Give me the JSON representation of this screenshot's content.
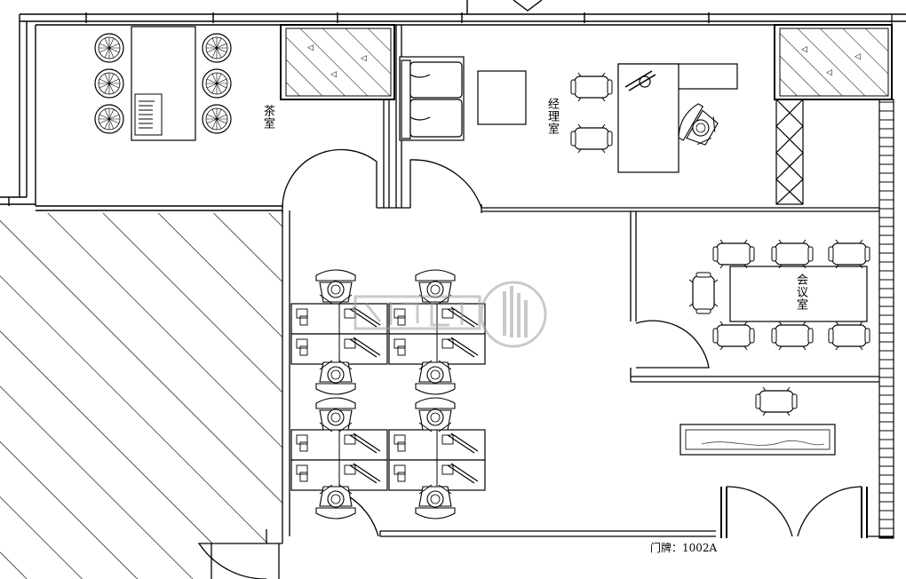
{
  "rooms": {
    "tea_room": "茶室",
    "manager_office": "经理室",
    "meeting_room": "会议室"
  },
  "door_plate": {
    "label": "门牌：",
    "number": "1002A"
  },
  "colors": {
    "line": "#000000",
    "hatch": "#000000",
    "watermark": "#9aa0a6",
    "background": "#ffffff"
  },
  "icons": [
    "chair-icon",
    "desk-icon",
    "door-swing-icon",
    "sofa-icon",
    "watermark-logo"
  ]
}
